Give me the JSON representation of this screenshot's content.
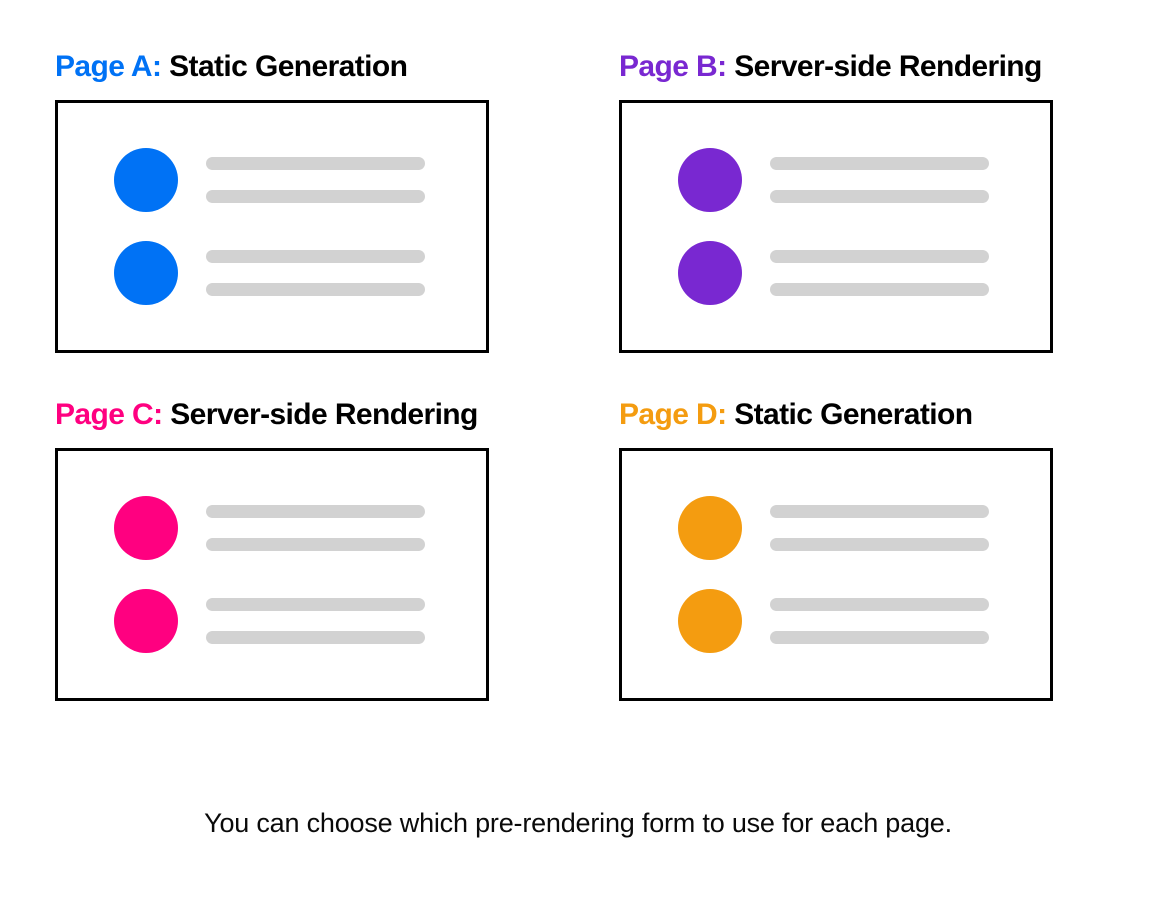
{
  "panels": [
    {
      "page_label": "Page A:",
      "mode_label": "Static Generation",
      "accent_color": "#0072f5",
      "rows": 2,
      "lines_per_row": 2
    },
    {
      "page_label": "Page B:",
      "mode_label": "Server-side Rendering",
      "accent_color": "#7928d1",
      "rows": 2,
      "lines_per_row": 2
    },
    {
      "page_label": "Page C:",
      "mode_label": "Server-side Rendering",
      "accent_color": "#ff0080",
      "rows": 2,
      "lines_per_row": 2
    },
    {
      "page_label": "Page D:",
      "mode_label": "Static Generation",
      "accent_color": "#f49c10",
      "rows": 2,
      "lines_per_row": 2
    }
  ],
  "caption": "You can choose which pre-rendering form to use for each page.",
  "colors": {
    "background": "#ffffff",
    "card_border": "#000000",
    "placeholder_line": "#d2d2d2",
    "heading_text": "#000000",
    "caption_text": "#0a0a0a"
  }
}
